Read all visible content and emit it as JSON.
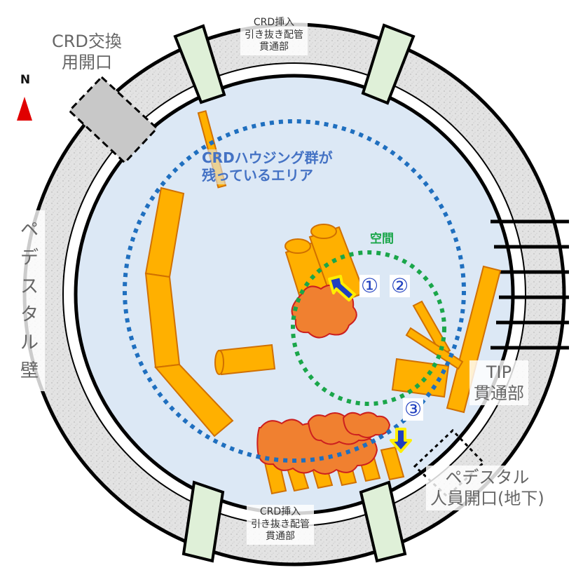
{
  "compass": {
    "north_label": "N",
    "arrow_color": "#e00000"
  },
  "labels": {
    "crd_exchange_opening": [
      "CRD交換",
      "用開口"
    ],
    "crd_penetration_top": [
      "CRD挿入",
      "引き抜き配管",
      "貫通部"
    ],
    "crd_penetration_bottom": [
      "CRD挿入",
      "引き抜き配管",
      "貫通部"
    ],
    "pedestal_wall": [
      "ペ",
      "デ",
      "ス",
      "タ",
      "ル",
      "壁"
    ],
    "tip_penetration": [
      "TIP",
      "貫通部"
    ],
    "pedestal_personnel_opening": [
      "ペデスタル",
      "人員開口(地下)"
    ],
    "crd_housing_area": [
      "CRDハウジング群が",
      "残っているエリア"
    ],
    "space": "空間"
  },
  "markers": [
    "①",
    "②",
    "③"
  ],
  "colors": {
    "ring_gray": "#dcdcdc",
    "floor_blue": "#dce8f5",
    "debris_orange": "#ffb000",
    "deposit_orange": "#f08030",
    "blue_dotted": "#1f6fbf",
    "green_dotted": "#1aa64a",
    "penetration_green": "#dff0d8",
    "arrow_blue": "#1f3fbf",
    "arrow_outline": "#ffee00"
  }
}
